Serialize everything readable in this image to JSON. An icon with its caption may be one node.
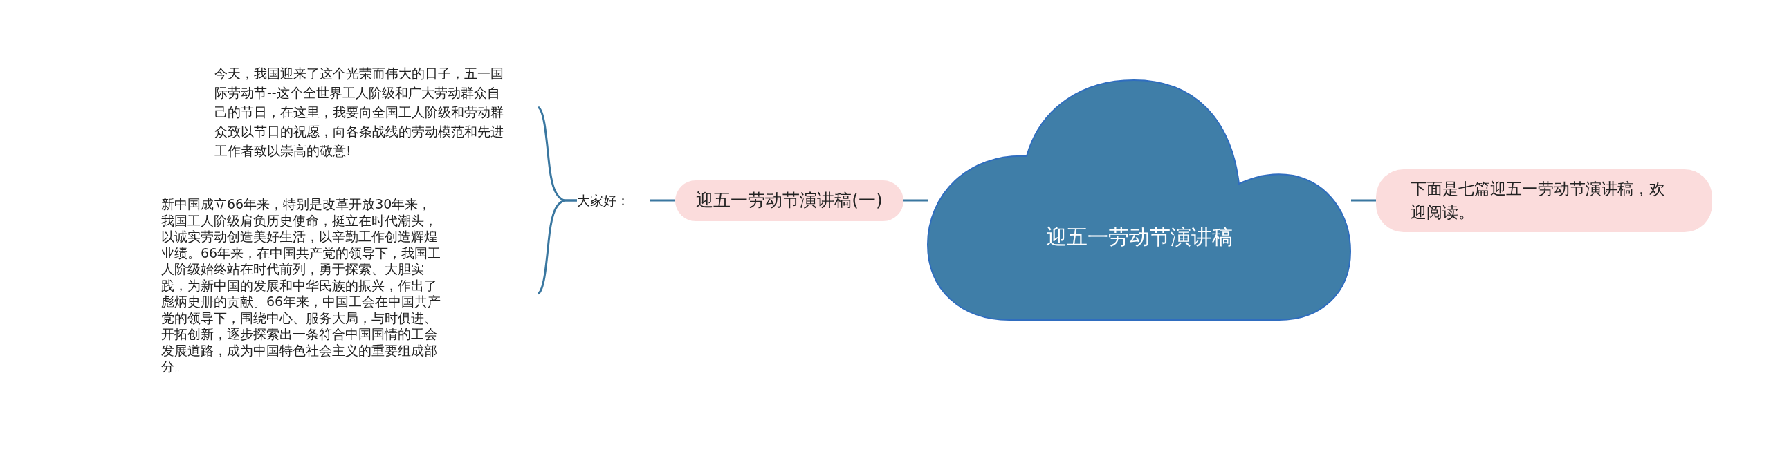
{
  "diagram": {
    "nodes": [
      {
        "text": [
          "迎五一劳动节演讲稿"
        ]
      },
      {
        "text": [
          "迎五一劳动节演讲稿(一)"
        ]
      },
      {
        "text": [
          "大家好："
        ]
      },
      {
        "text": [
          "今天，我国迎来了这个光荣而伟大的日子，五一国际劳动节--这个全世界工人阶级和广大劳动群众自己的节日，在这里，我要向全国工人阶级和劳动群众致以节日的祝愿，向各条战线的劳动模范和先进工作者致以崇高的敬意!"
        ]
      },
      {
        "text": [
          "新中国成立66年来，特别是改革开放30年来，我国工人阶级肩负历史使命，挺立在时代潮头，以诚实劳动创造美好生活，以辛勤工作创造辉煌业绩。66年来，在中国共产党的领导下，我国工人阶级始终站在时代前列，勇于探索、大胆实践，为新中国的发展和中华民族的振兴，作出了彪炳史册的贡献。66年来，中国工会在中国共产党的领导下，围绕中心、服务大局，与时俱进、开拓创新，逐步探索出一条符合中国国情的工会发展道路，成为中国特色社会主义的重要组成部分。"
        ]
      },
      {
        "text": [
          "下面是七篇迎五一劳动节演讲稿，欢迎阅读。"
        ]
      }
    ],
    "edges": [
      {
        "from": 0,
        "to": 1,
        "arrow": "none"
      },
      {
        "from": 1,
        "to": 2,
        "arrow": "none"
      },
      {
        "from": 2,
        "to": 3,
        "arrow": "none"
      },
      {
        "from": 2,
        "to": 4,
        "arrow": "none"
      },
      {
        "from": 0,
        "to": 5,
        "arrow": "none"
      }
    ]
  }
}
